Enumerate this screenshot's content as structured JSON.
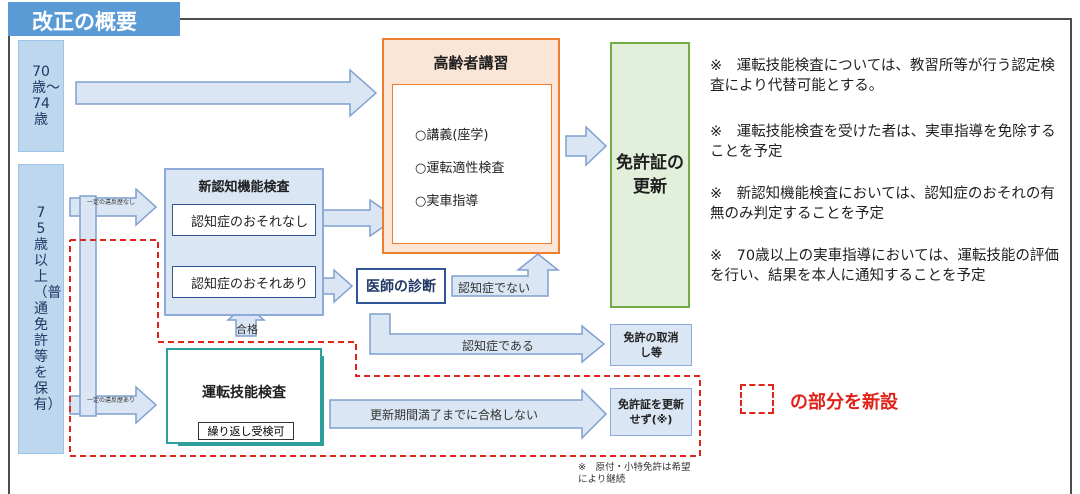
{
  "title": "改正の概要",
  "ages": {
    "age_70": "70歳〜74歳",
    "age_75": "75歳以上（普通免許等を保有）"
  },
  "koushuu": {
    "title": "高齢者講習",
    "items": [
      "○講義(座学)",
      "○運転適性検査",
      "○実車指導"
    ]
  },
  "renewal": {
    "title": "免許証の更新"
  },
  "ninchi": {
    "title": "新認知機能検査",
    "no_risk": "認知症のおそれなし",
    "risk": "認知症のおそれあり"
  },
  "doctor": "医師の診断",
  "not_dementia": "認知症でない",
  "is_dementia": "認知症である",
  "revoke": "免許の取消し等",
  "pass": "合格",
  "gino": {
    "title": "運転技能検査",
    "retake": "繰り返し受検可"
  },
  "fail_until_expiry": "更新期間満了までに合格しない",
  "no_renew": "免許証を更新せず(※)",
  "violation_none": "一定の違反歴なし",
  "violation_yes": "一定の違反歴あり",
  "footnote": "※　原付・小特免許は希望により継続",
  "notes": [
    "※　運転技能検査については、教習所等が行う認定検査により代替可能とする。",
    "※　運転技能検査を受けた者は、実車指導を免除することを予定",
    "※　新認知機能検査においては、認知症のおそれの有無のみ判定することを予定",
    "※　70歳以上の実車指導においては、運転技能の評価を行い、結果を本人に通知することを予定"
  ],
  "legend_label": "の部分を新設",
  "colors": {
    "accent_blue": "#5b9bd5",
    "orange": "#ed7d31",
    "green": "#70ad47",
    "teal": "#2e9e9a",
    "new_red": "#e2231a"
  }
}
